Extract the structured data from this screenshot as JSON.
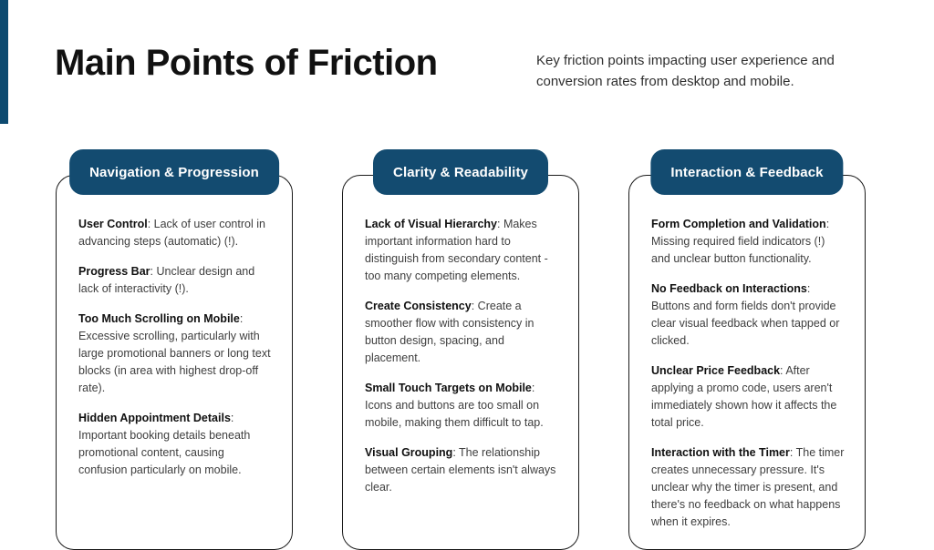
{
  "accent_color": "#134b70",
  "separator": ": ",
  "header": {
    "title": "Main Points of Friction",
    "subtitle": "Key friction points impacting user experience and conversion rates from desktop and mobile."
  },
  "cards": [
    {
      "title": "Navigation & Progression",
      "items": [
        {
          "label": "User Control",
          "text": "Lack of user control in advancing steps (automatic) (!)."
        },
        {
          "label": "Progress Bar",
          "text": "Unclear design and lack of interactivity (!)."
        },
        {
          "label": "Too Much Scrolling on Mobile",
          "text": "Excessive scrolling, particularly with large promotional banners or long text blocks (in area with highest drop-off rate)."
        },
        {
          "label": "Hidden Appointment Details",
          "text": "Important booking details beneath promotional content, causing confusion particularly on mobile."
        }
      ]
    },
    {
      "title": "Clarity & Readability",
      "items": [
        {
          "label": "Lack of Visual Hierarchy",
          "text": "Makes important information hard to distinguish from secondary content - too many competing elements."
        },
        {
          "label": "Create Consistency",
          "text": "Create a smoother flow with consistency in button design, spacing, and placement."
        },
        {
          "label": "Small Touch Targets on Mobile",
          "text": "Icons and buttons are too small on mobile, making them difficult to tap."
        },
        {
          "label": "Visual Grouping",
          "text": "The relationship between certain elements isn't always clear."
        }
      ]
    },
    {
      "title": "Interaction & Feedback",
      "items": [
        {
          "label": "Form Completion and Validation",
          "text": "Missing required field indicators (!) and unclear button functionality."
        },
        {
          "label": "No Feedback on Interactions",
          "text": "Buttons and form fields don't provide clear visual feedback when tapped or clicked."
        },
        {
          "label": "Unclear Price Feedback",
          "text": "After applying a promo code, users aren't immediately shown how it affects the total price."
        },
        {
          "label": "Interaction with the Timer",
          "text": "The timer creates unnecessary pressure. It's unclear why the timer is present, and there's no feedback on what happens when it expires."
        }
      ]
    }
  ]
}
